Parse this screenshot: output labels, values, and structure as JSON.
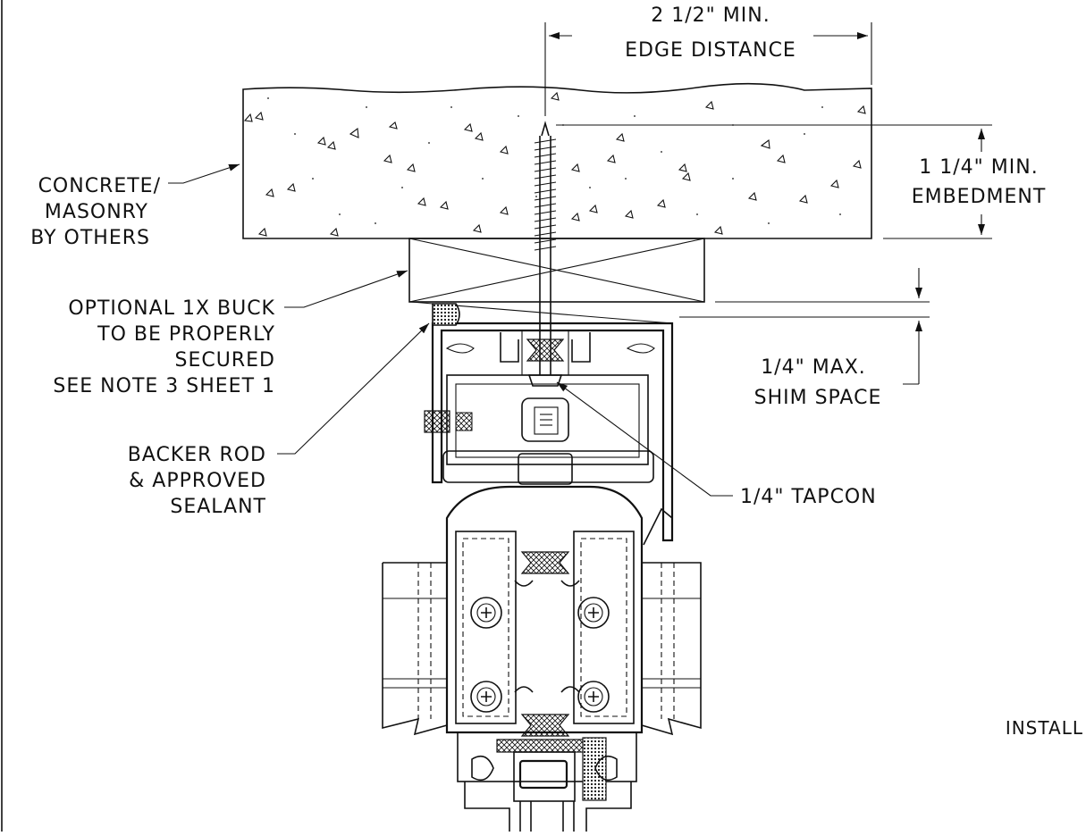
{
  "labels": {
    "edge_distance_line1": "2 1/2\" MIN.",
    "edge_distance_line2": "EDGE DISTANCE",
    "embedment_line1": "1 1/4\" MIN.",
    "embedment_line2": "EMBEDMENT",
    "concrete_line1": "CONCRETE/",
    "concrete_line2": "MASONRY",
    "concrete_line3": "BY OTHERS",
    "buck_line1": "OPTIONAL 1X BUCK",
    "buck_line2": "TO BE PROPERLY",
    "buck_line3": "SECURED",
    "buck_line4": "SEE NOTE 3 SHEET 1",
    "shim_line1": "1/4\" MAX.",
    "shim_line2": "SHIM SPACE",
    "backer_line1": "BACKER ROD",
    "backer_line2": "& APPROVED",
    "backer_line3": "SEALANT",
    "tapcon": "1/4\" TAPCON",
    "install": "INSTALL"
  }
}
